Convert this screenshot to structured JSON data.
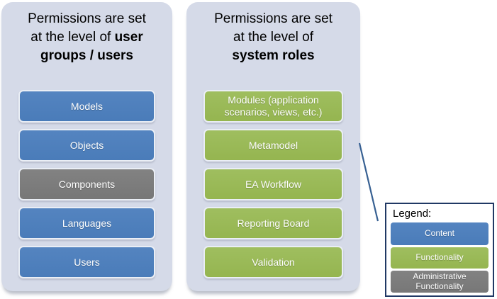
{
  "left_panel": {
    "title_regular": "Permissions are set\nat the level of ",
    "title_bold": "user\ngroups / users",
    "items": [
      {
        "label": "Models",
        "type": "content"
      },
      {
        "label": "Objects",
        "type": "content"
      },
      {
        "label": "Components",
        "type": "administrative-functionality"
      },
      {
        "label": "Languages",
        "type": "content"
      },
      {
        "label": "Users",
        "type": "content"
      }
    ]
  },
  "right_panel": {
    "title_regular": "Permissions are set\nat the level of\n",
    "title_bold": "system roles",
    "items": [
      {
        "label": "Modules (application scenarios, views, etc.)",
        "type": "functionality"
      },
      {
        "label": "Metamodel",
        "type": "functionality"
      },
      {
        "label": "EA Workflow",
        "type": "functionality"
      },
      {
        "label": "Reporting Board",
        "type": "functionality"
      },
      {
        "label": "Validation",
        "type": "functionality"
      }
    ]
  },
  "legend": {
    "title": "Legend:",
    "entries": [
      {
        "label": "Content",
        "color": "#4F81BD"
      },
      {
        "label": "Functionality",
        "color": "#9BBB59"
      },
      {
        "label": "Administrative Functionality",
        "color": "#7F7F7F"
      }
    ]
  },
  "colors": {
    "content": "#4F81BD",
    "functionality": "#9BBB59",
    "administrative_functionality": "#7F7F7F",
    "panel_background": "#D5DAE8",
    "legend_border": "#203864",
    "connector_line": "#376092"
  }
}
